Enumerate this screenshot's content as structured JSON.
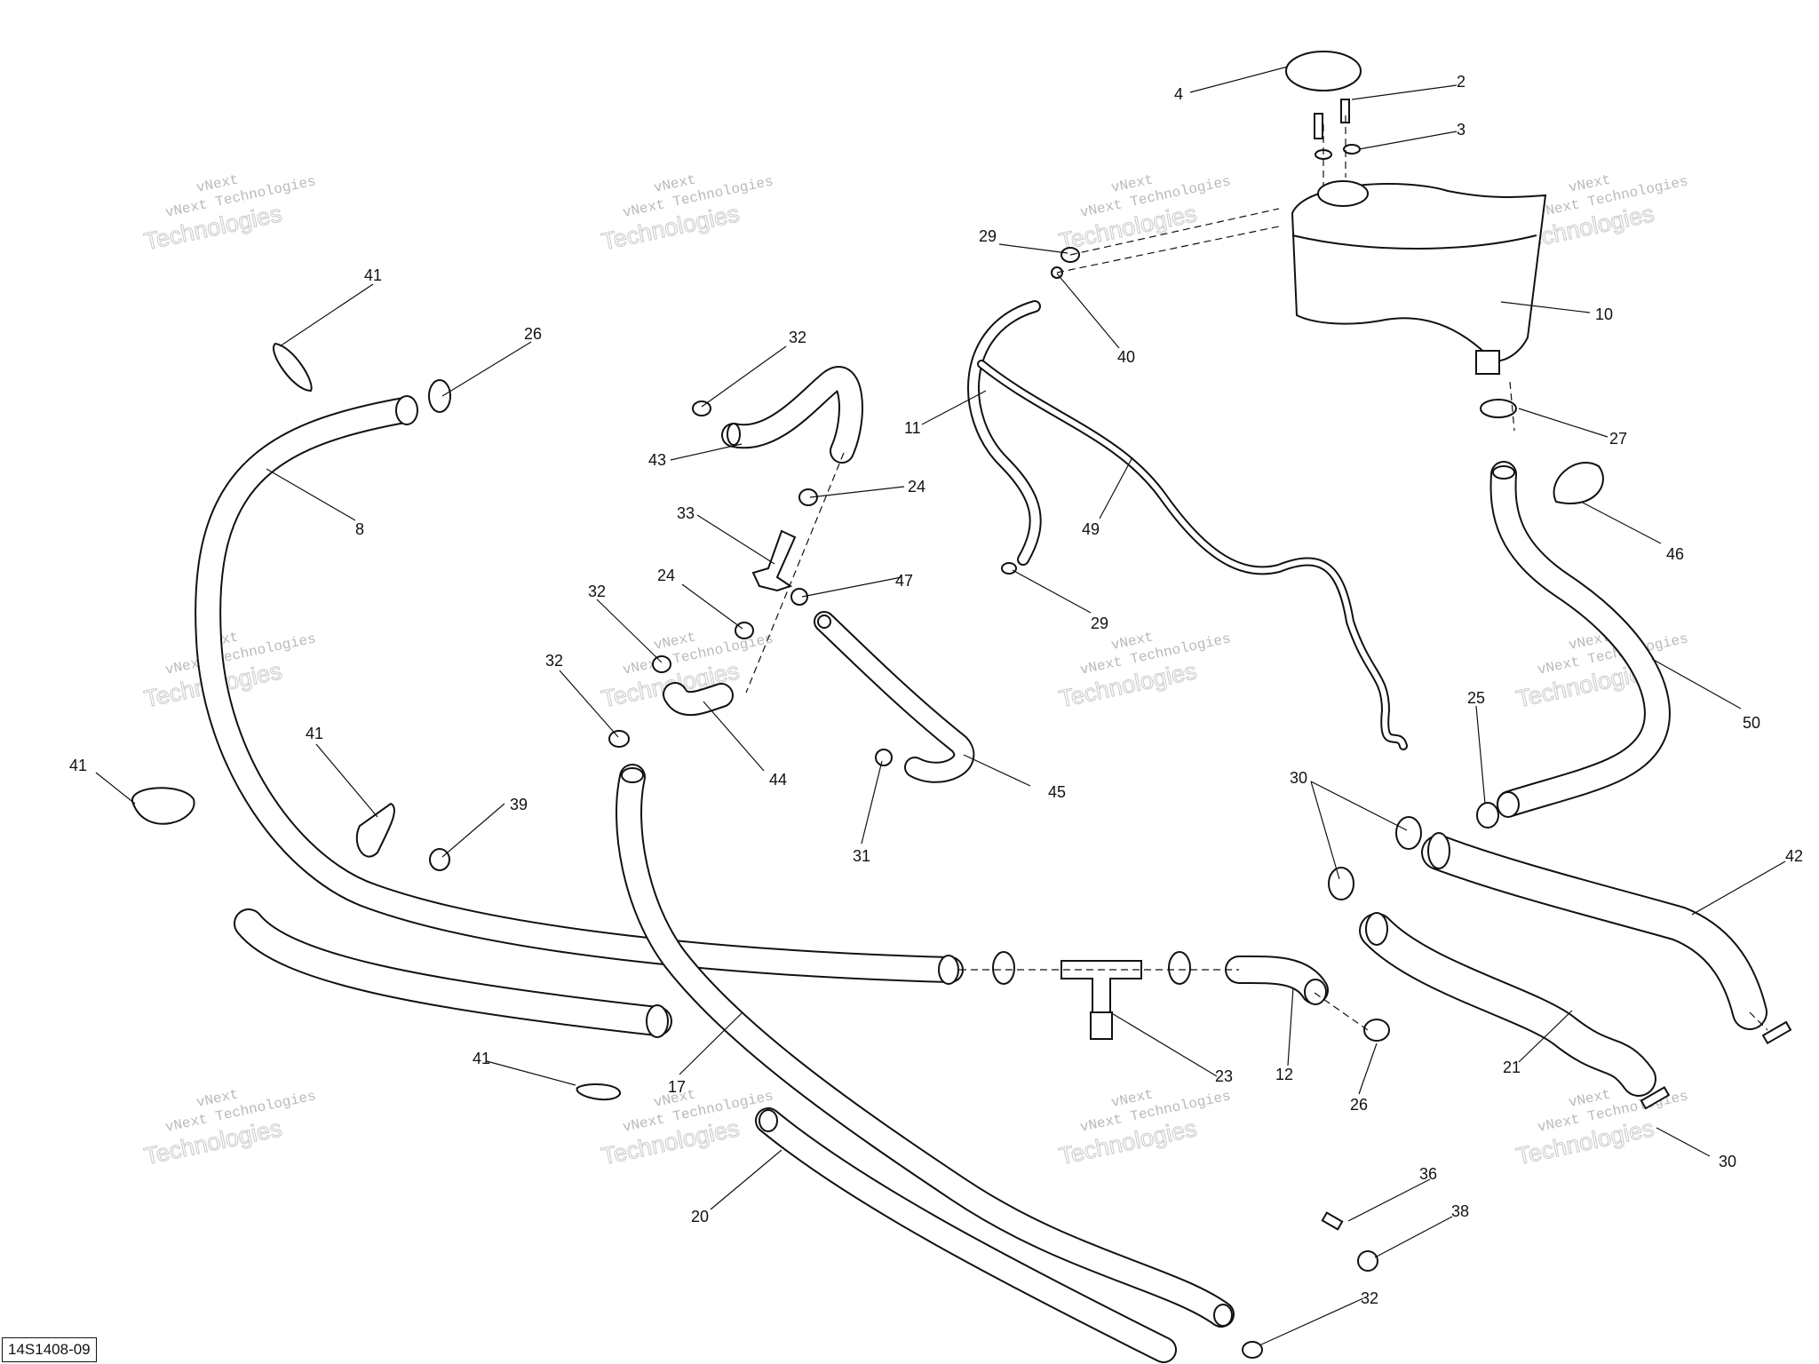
{
  "diagram_id": "14S1408-09",
  "watermark": {
    "line1": "vNext",
    "line2": "vNext Technologies",
    "line3": "Technologies"
  },
  "callouts": [
    "2",
    "3",
    "4",
    "10",
    "29",
    "40",
    "11",
    "49",
    "27",
    "46",
    "50",
    "41",
    "26",
    "8",
    "32",
    "43",
    "24",
    "33",
    "47",
    "29",
    "24",
    "32",
    "44",
    "45",
    "31",
    "32",
    "39",
    "41",
    "41",
    "25",
    "30",
    "42",
    "23",
    "12",
    "26",
    "21",
    "30",
    "17",
    "41",
    "20",
    "36",
    "38",
    "32"
  ]
}
